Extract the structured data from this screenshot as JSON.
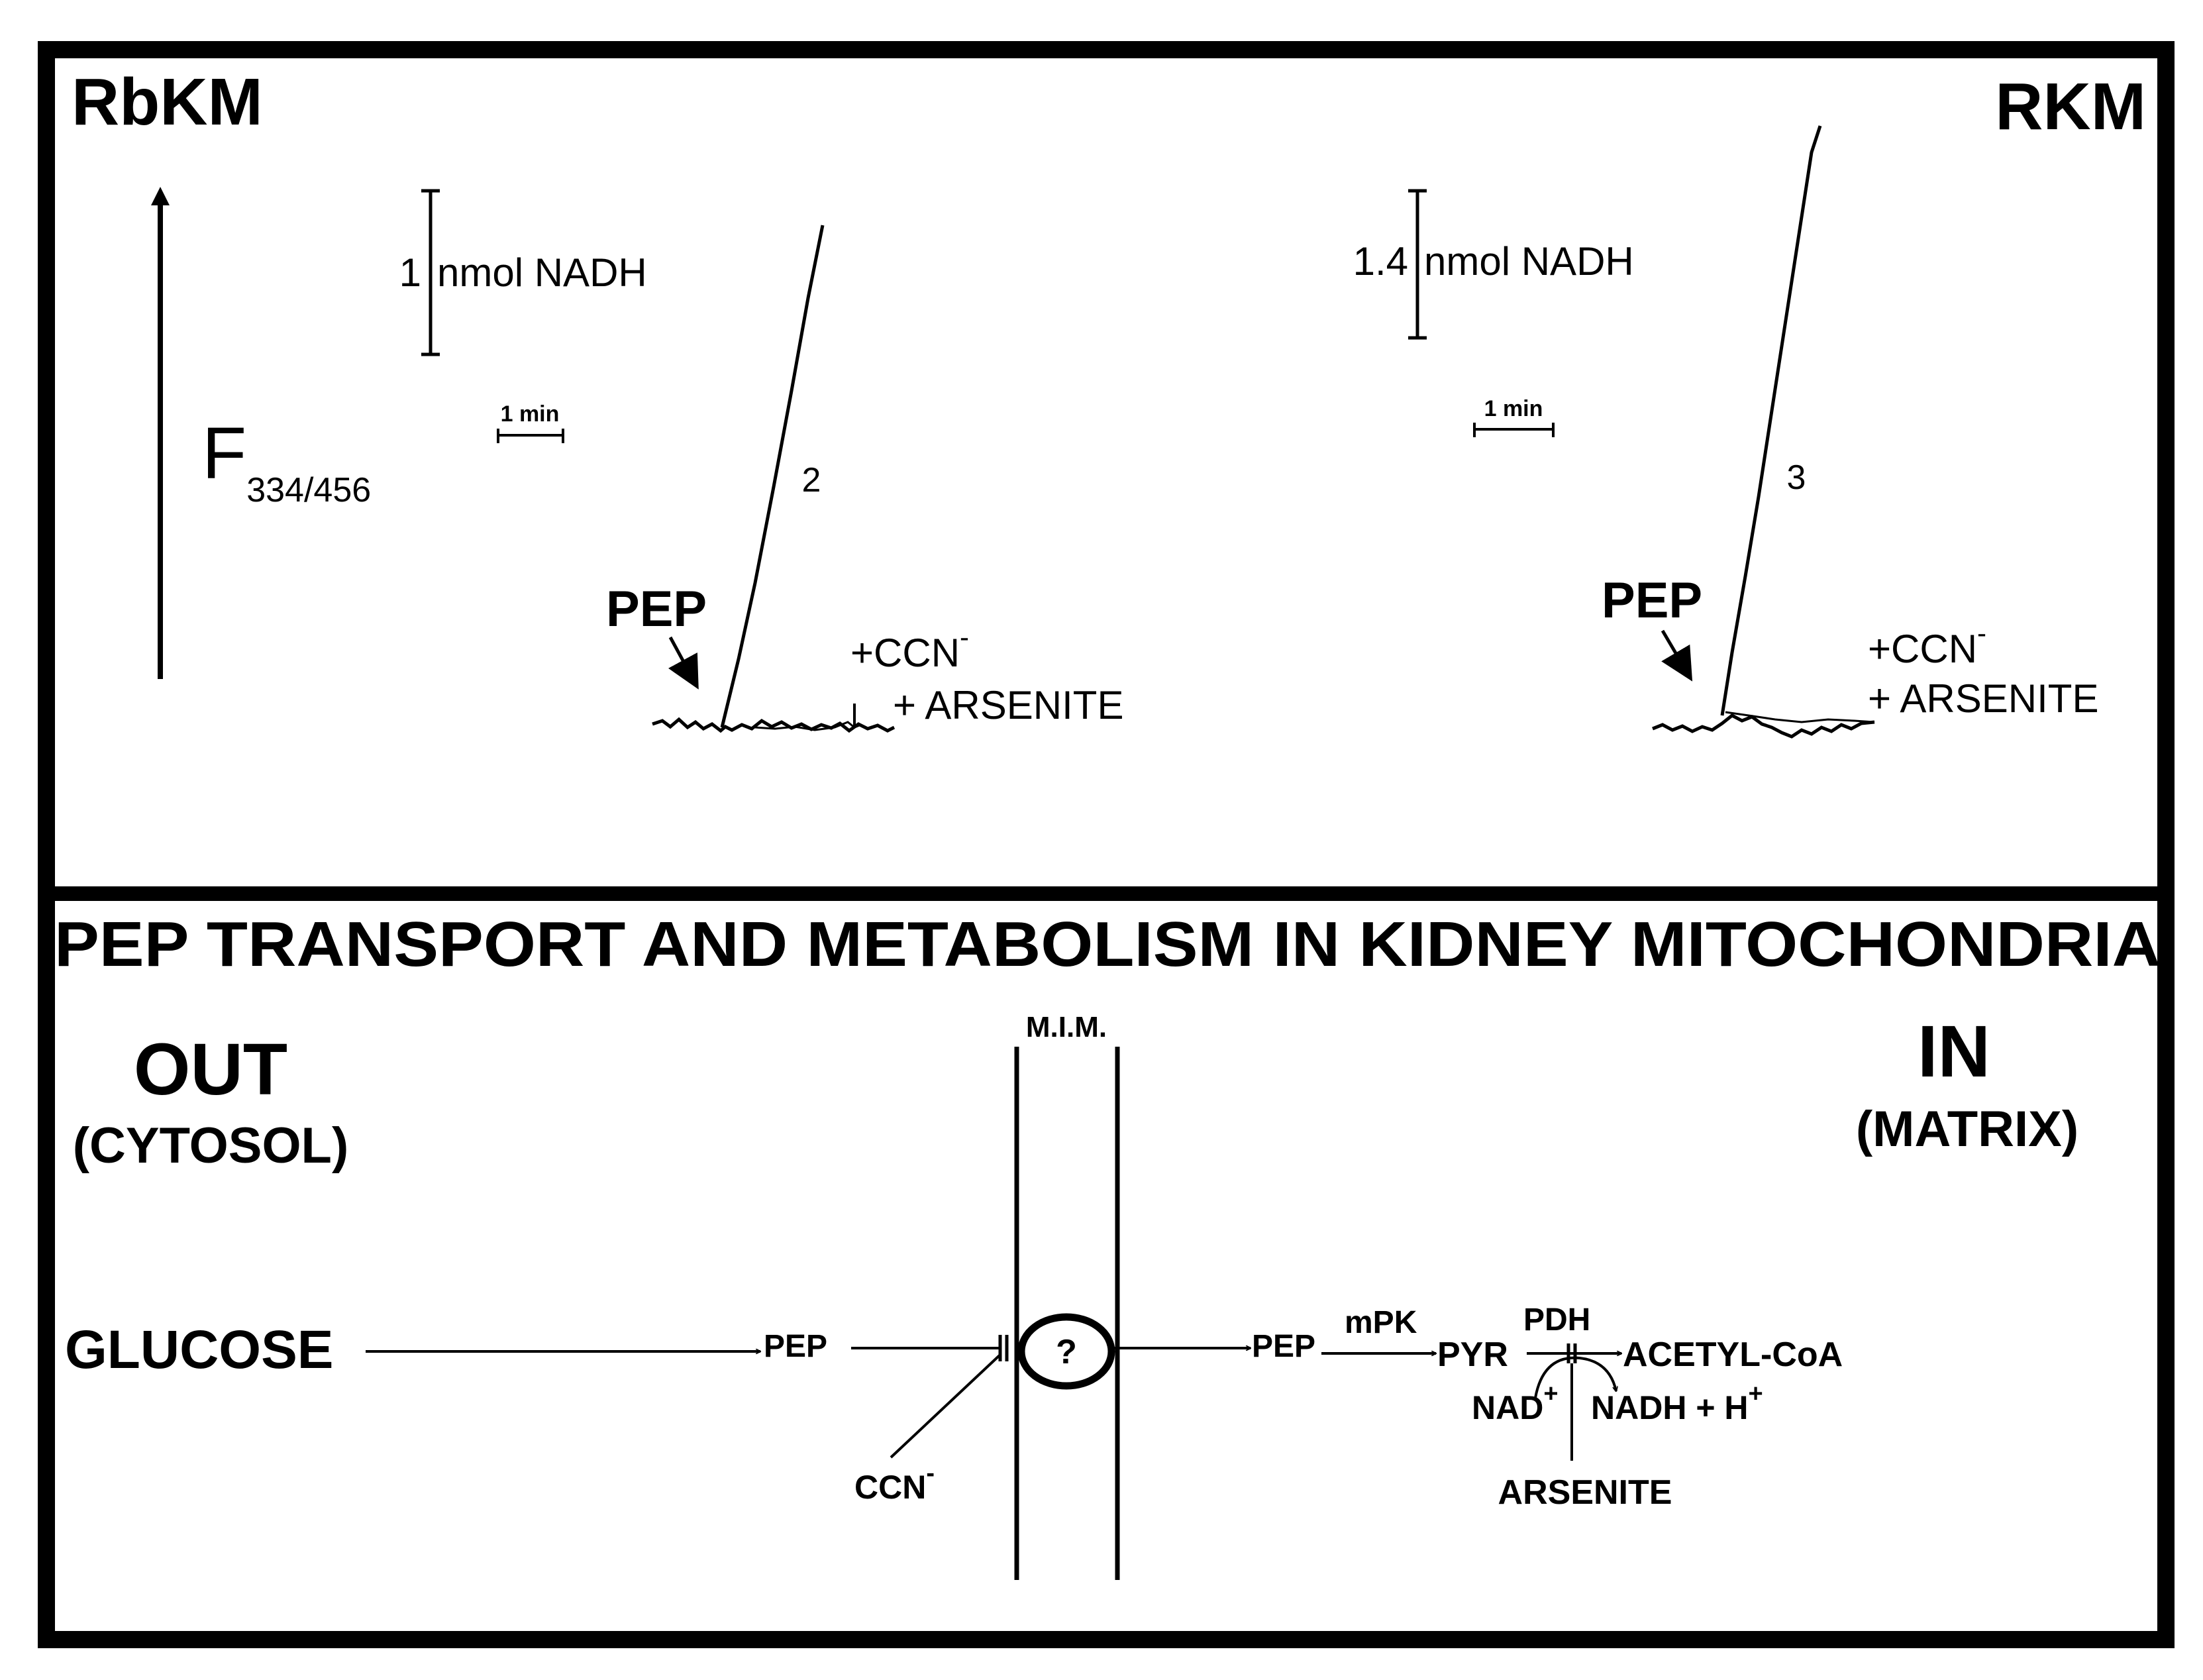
{
  "top_panel": {
    "left_label": "RbKM",
    "right_label": "RKM",
    "y_axis_symbol": "F",
    "y_axis_subscript": "334/456",
    "left_scale": {
      "amount": "1",
      "unit": "nmol NADH",
      "time": "1 min"
    },
    "right_scale": {
      "amount": "1.4",
      "unit": "nmol NADH",
      "time": "1 min"
    },
    "left_trace": {
      "rate_label": "2",
      "substrate_label": "PEP",
      "inhibitor_1": "+CCN",
      "inhibitor_1_sup": "-",
      "inhibitor_2": "+ ARSENITE"
    },
    "right_trace": {
      "rate_label": "3",
      "substrate_label": "PEP",
      "inhibitor_1": "+CCN",
      "inhibitor_1_sup": "-",
      "inhibitor_2": "+ ARSENITE"
    }
  },
  "bottom_panel": {
    "title": "PEP TRANSPORT AND METABOLISM IN KIDNEY MITOCHONDRIA",
    "membrane_label": "M.I.M.",
    "out_label": "OUT",
    "out_sublabel": "(CYTOSOL)",
    "in_label": "IN",
    "in_sublabel": "(MATRIX)",
    "glucose": "GLUCOSE",
    "pep_out": "PEP",
    "transporter": "?",
    "pep_in": "PEP",
    "enzyme_1": "mPK",
    "pyr": "PYR",
    "enzyme_2": "PDH",
    "acetyl_coa": "ACETYL-CoA",
    "nad": "NAD",
    "nad_sup": "+",
    "nadh": "NADH + H",
    "nadh_sup": "+",
    "ccn": "CCN",
    "ccn_sup": "-",
    "arsenite": "ARSENITE"
  }
}
